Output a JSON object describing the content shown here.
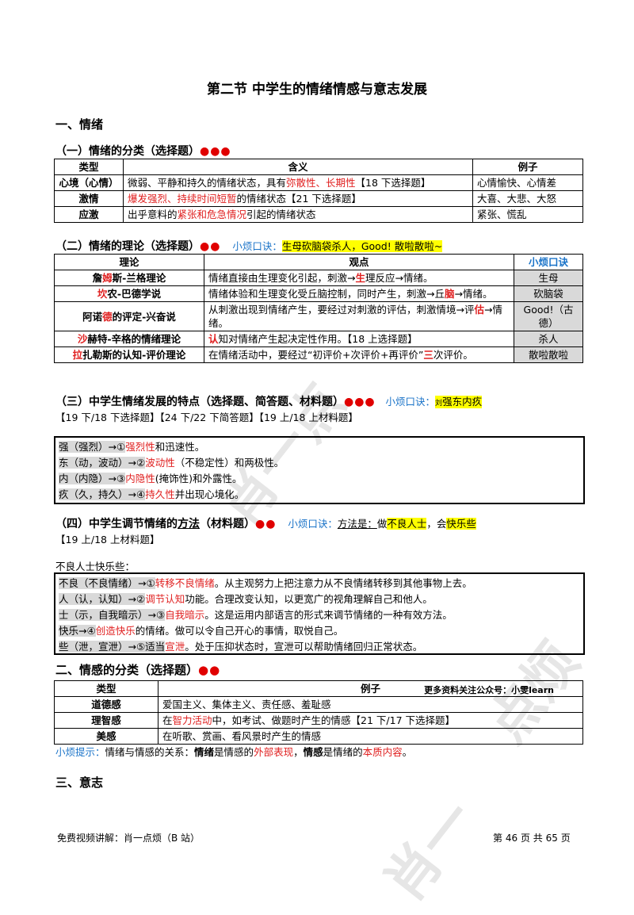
{
  "watermarks": [
    "肖一点",
    "点烦",
    "肖一"
  ],
  "title": "第二节  中学生的情绪情感与意志发展",
  "sec1": {
    "heading": "一、情绪"
  },
  "s1": {
    "heading": "（一）情绪的分类（选择题）",
    "dots": "●●●",
    "headers": [
      "类型",
      "含义",
      "例子"
    ],
    "rows": [
      {
        "type": "心境（心情）",
        "m1": "微弱、平静和持久的情绪状态，具有",
        "m2": "弥散性、长期性",
        "m3": "【18 下选择题】",
        "ex": "心情愉快、心情差"
      },
      {
        "type": "激情",
        "m1": "",
        "m2": "爆发强烈、持续时间短暂",
        "m3": "的情绪状态【21 下选择题】",
        "ex": "大喜、大悲、大怒"
      },
      {
        "type": "应激",
        "m1": "出乎意料的",
        "m2": "紧张和危急情况",
        "m3": "引起的情绪状态",
        "ex": "紧张、慌乱"
      }
    ]
  },
  "s2": {
    "heading": "（二）情绪的理论（选择题）",
    "dots": "●●",
    "tip_label": "小烦口诀：",
    "tip": "生母砍脑袋杀人，Good! 散啦散啦~",
    "headers": [
      "理论",
      "观点",
      "小烦口诀"
    ],
    "rows": [
      {
        "pre": "詹",
        "hi": "姆",
        "post": "斯-兰格理论",
        "v1": "情绪直接由生理变化引起，刺激→",
        "v2": "生",
        "v3": "理反应→情绪。",
        "k": "生母"
      },
      {
        "pre": "",
        "hi": "坎",
        "post": "农-巴德学说",
        "v1": "情绪体验和生理变化受丘脑控制，同时产生，刺激→丘",
        "v2": "脑",
        "v3": "→情绪。",
        "k": "砍脑袋"
      },
      {
        "pre": "阿诺",
        "hi": "德",
        "post": "的评定-兴奋说",
        "v1": "从刺激出现到情绪产生，要经过对刺激的评估，刺激情境→评",
        "v2": "估",
        "v3": "→情绪。",
        "k": "Good!（古德）"
      },
      {
        "pre": "",
        "hi": "沙",
        "post": "赫特-辛格的情绪理论",
        "v1": "",
        "v2": "认",
        "v3": "知对情绪产生起决定性作用。【18 上选择题】",
        "k": "杀人"
      },
      {
        "pre": "",
        "hi": "拉",
        "post": "扎勒斯的认知-评价理论",
        "v1": "在情绪活动中，要经过“初评价+次评价+再评价”",
        "v2": "三",
        "v3": "次评价。",
        "k": "散啦散啦"
      }
    ]
  },
  "s3": {
    "heading": "（三）中学生情绪发展的特点（选择题、简答题、材料题）",
    "dots": "●●●",
    "tip_label": "小烦口诀：",
    "tip_small": "刘",
    "tip": "强东内疚",
    "exam": "【19 下/18 下选择题】【24 下/22 下简答题】【19 上/18 上材料题】",
    "lines": [
      {
        "a": "强（强烈）→①",
        "r": "强烈性",
        "b": "和迅速性。"
      },
      {
        "a": "东（动，波动）→②",
        "r": "波动性",
        "b": "（不稳定性）和两极性。"
      },
      {
        "a": "内（内隐）→③",
        "r": "内隐性",
        "b": "(掩饰性)和外露性。"
      },
      {
        "a": "疚（久，持久）→④",
        "r": "持久性",
        "b": "并出现心境化。"
      }
    ]
  },
  "s4": {
    "heading_a": "（四）中学生调节情绪的",
    "heading_u": "方法",
    "heading_b": "（材料题）",
    "dots": "●●",
    "tip_label": "小烦口诀：",
    "tip_u": "方法是：",
    "tip_1": "做",
    "tip_2": "不良人士",
    "tip_3": "，会",
    "tip_4": "快乐些",
    "exam": "【19 上/18 上材料题】",
    "intro": "不良人士快乐些：",
    "lines": [
      {
        "a": "不良（不良情绪）→①",
        "r": "转移不良情绪",
        "b": "。从主观努力上把注意力从不良情绪转移到其他事物上去。"
      },
      {
        "a": "人（认，认知）→②",
        "r": "调节认知",
        "b": "功能。合理改变认知，以更宽广的视角理解自己和他人。"
      },
      {
        "a": "士（示，自我暗示）→③",
        "r": "自我暗示",
        "b": "。这是运用内部语言的形式来调节情绪的一种有效方法。"
      },
      {
        "a": "快乐→④",
        "r": "创造快乐",
        "b": "的情绪。做可以令自己开心的事情，取悦自己。"
      },
      {
        "a": "些（泄，宣泄）→⑤适当",
        "r": "宣泄",
        "b": "。处于压抑状态时，宣泄可以帮助情绪回归正常状态。"
      }
    ]
  },
  "sec2": {
    "heading": "二、情感的分类（选择题）",
    "dots": "●●",
    "headers": [
      "类型",
      "例子"
    ],
    "promo": "更多资料关注公众号：小雯learn",
    "rows": [
      {
        "type": "道德感",
        "a": "爱国主义、集体主义、责任感、羞耻感",
        "r": "",
        "b": ""
      },
      {
        "type": "理智感",
        "a": "在",
        "r": "智力活动",
        "b": "中，如考试、做题时产生的情感【21 下/17 下选择题】"
      },
      {
        "type": "美感",
        "a": "在听歌、赏画、看风景时产生的情感",
        "r": "",
        "b": ""
      }
    ],
    "tip_label": "小烦提示：",
    "tip_a": "情绪与情感的关系：",
    "tip_b": "情绪",
    "tip_c": "是情感的",
    "tip_d": "外部表现",
    "tip_e": "，",
    "tip_f": "情感",
    "tip_g": "是情绪的",
    "tip_h": "本质内容",
    "tip_i": "。"
  },
  "sec3": {
    "heading": "三、意志"
  },
  "footer": {
    "left": "免费视频讲解：肖一点烦（B 站）",
    "page_a": "第",
    "page_num": "46",
    "page_b": "页  共",
    "total": "65",
    "page_c": "页"
  }
}
